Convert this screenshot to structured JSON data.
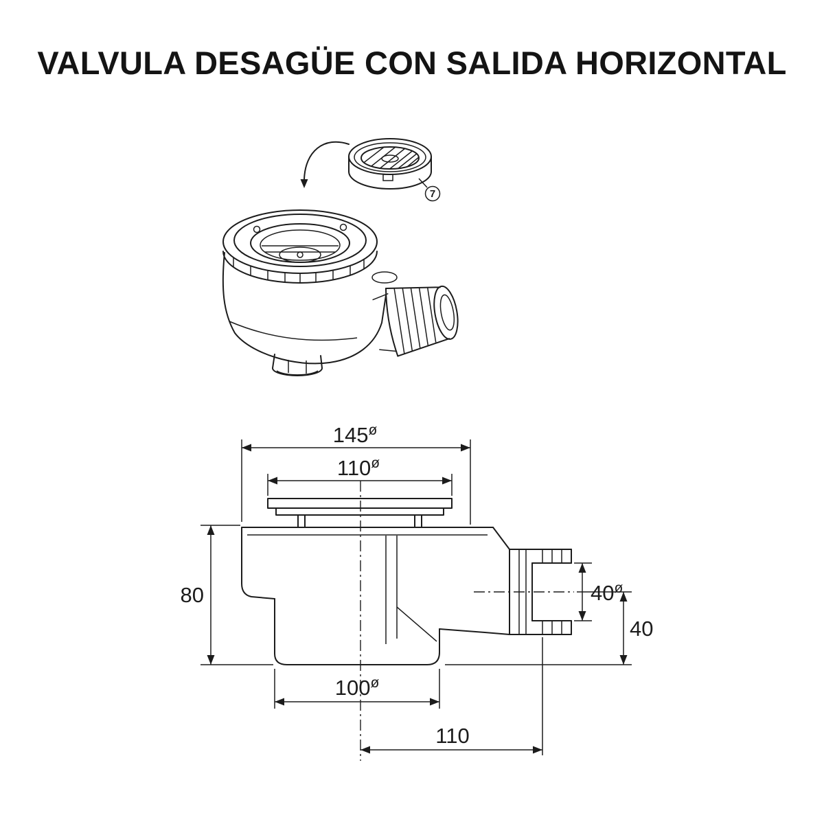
{
  "title": "VALVULA DESAGÜE CON SALIDA HORIZONTAL",
  "callout": {
    "number": "7"
  },
  "dimensions": {
    "flange_diameter": {
      "value": "145",
      "unit": "ø"
    },
    "plate_diameter": {
      "value": "110",
      "unit": "ø"
    },
    "height": {
      "value": "80"
    },
    "outlet_diameter": {
      "value": "40",
      "unit": "ø"
    },
    "outlet_height": {
      "value": "40"
    },
    "cup_diameter": {
      "value": "100",
      "unit": "ø"
    },
    "outlet_offset": {
      "value": "110"
    }
  },
  "colors": {
    "ink": "#1c1c1c",
    "background": "#ffffff"
  }
}
